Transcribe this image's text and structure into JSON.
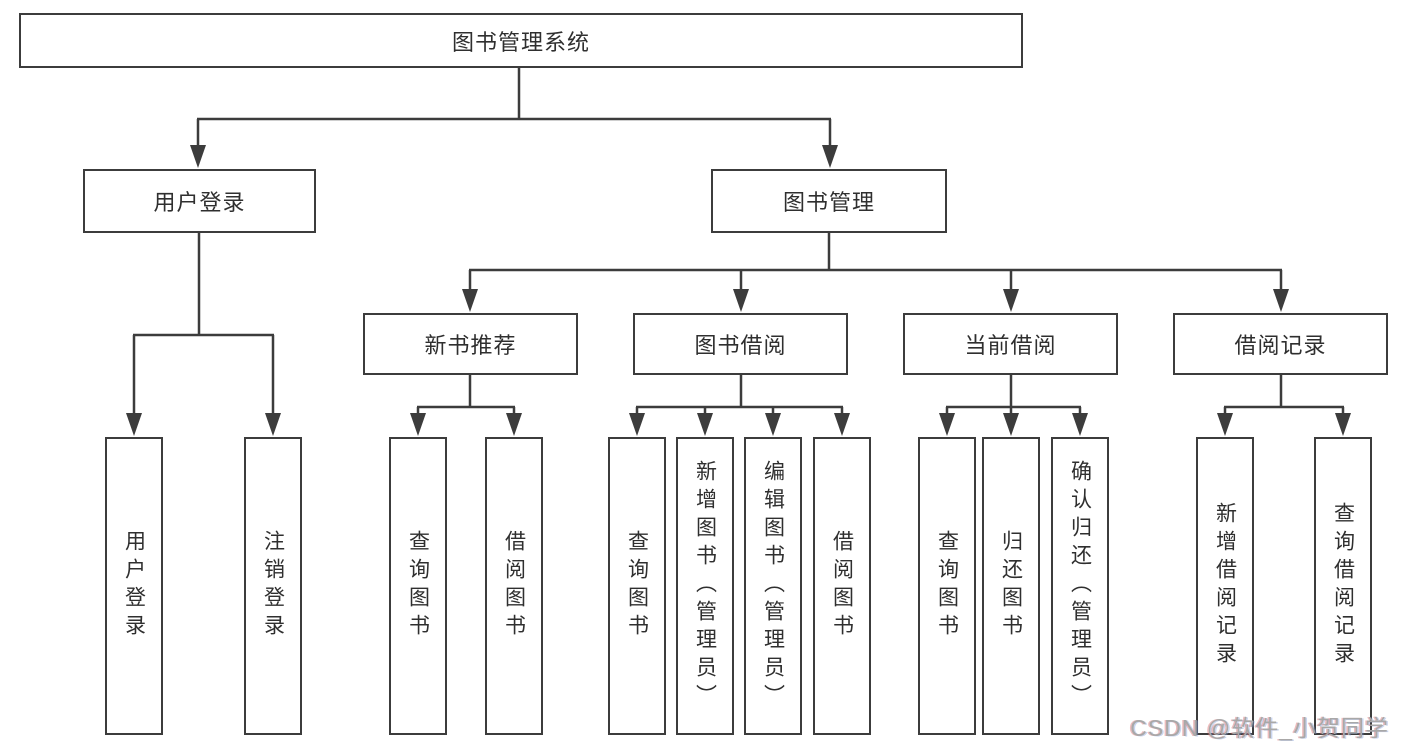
{
  "diagram": {
    "root": {
      "label": "图书管理系统"
    },
    "branches": [
      {
        "label": "用户登录",
        "children": [
          {
            "label": "用户登录"
          },
          {
            "label": "注销登录"
          }
        ]
      },
      {
        "label": "图书管理",
        "children": [
          {
            "label": "新书推荐",
            "children": [
              {
                "label": "查询图书"
              },
              {
                "label": "借阅图书"
              }
            ]
          },
          {
            "label": "图书借阅",
            "children": [
              {
                "label": "查询图书"
              },
              {
                "label": "新增图书（管理员）"
              },
              {
                "label": "编辑图书（管理员）"
              },
              {
                "label": "借阅图书"
              }
            ]
          },
          {
            "label": "当前借阅",
            "children": [
              {
                "label": "查询图书"
              },
              {
                "label": "归还图书"
              },
              {
                "label": "确认归还（管理员）"
              }
            ]
          },
          {
            "label": "借阅记录",
            "children": [
              {
                "label": "新增借阅记录"
              },
              {
                "label": "查询借阅记录"
              }
            ]
          }
        ]
      }
    ]
  },
  "watermark": {
    "text": "CSDN @软件_小贺同学"
  },
  "colors": {
    "line": "#3c3c3c",
    "text": "#2f2f2f",
    "background": "#ffffff",
    "watermark": "#a8a8a8"
  }
}
